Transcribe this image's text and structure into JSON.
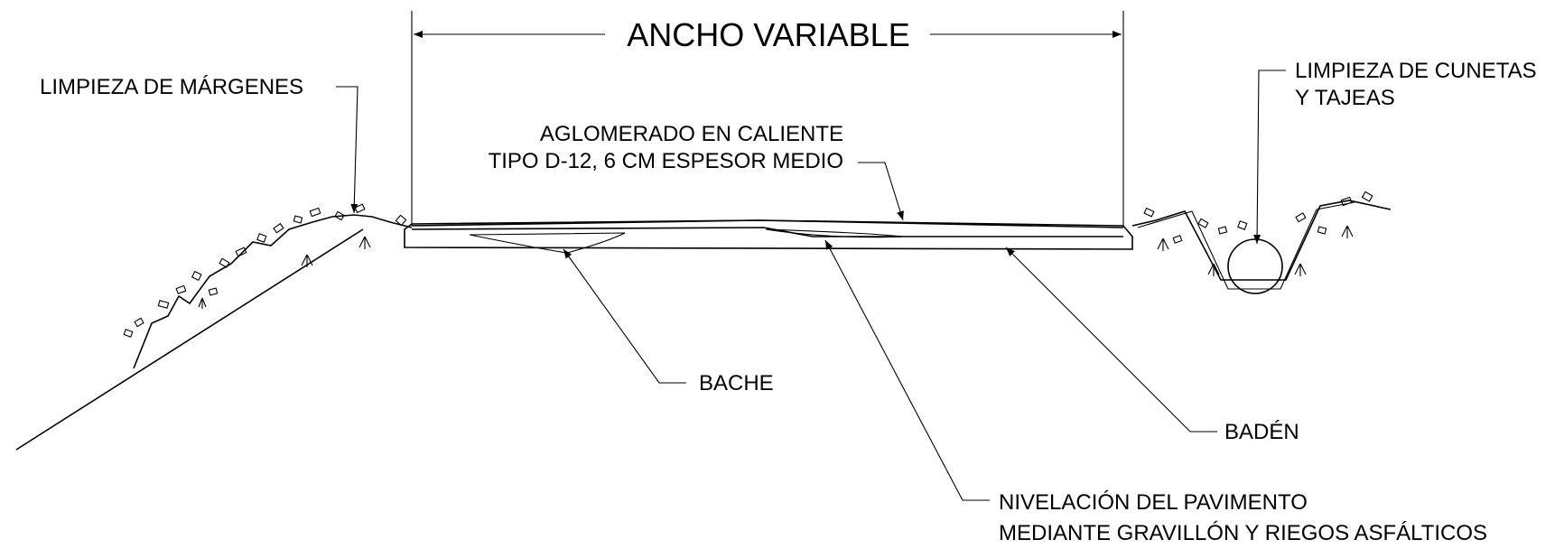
{
  "title_dimension": "ANCHO VARIABLE",
  "labels": {
    "margins": "LIMPIEZA DE MÁRGENES",
    "ditches_line1": "LIMPIEZA DE CUNETAS",
    "ditches_line2": "Y TAJEAS",
    "asphalt_line1": "AGLOMERADO EN CALIENTE",
    "asphalt_line2": "TIPO D-12, 6 CM ESPESOR MEDIO",
    "pothole": "BACHE",
    "dip": "BADÉN",
    "leveling_line1": "NIVELACIÓN DEL PAVIMENTO",
    "leveling_line2": "MEDIANTE GRAVILLÓN Y RIEGOS ASFÁLTICOS"
  }
}
